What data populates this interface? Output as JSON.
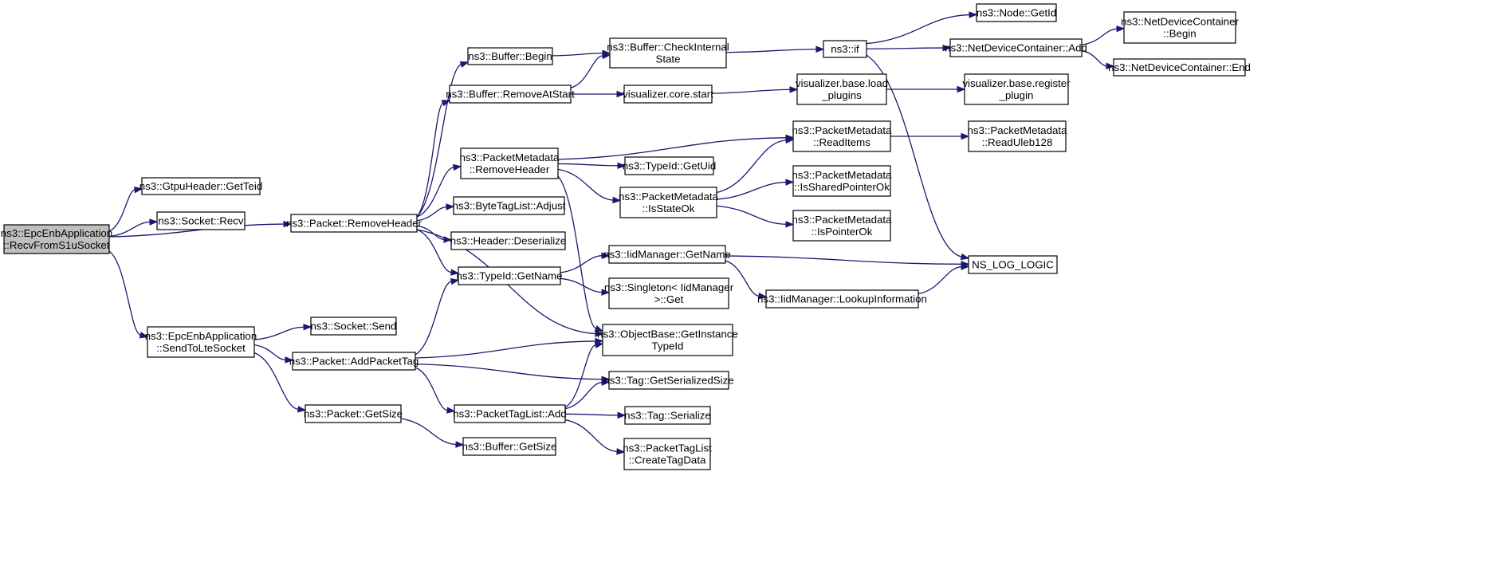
{
  "graph": {
    "type": "call-graph",
    "edge_color": "#191970",
    "root_fill": "#bfbfbf",
    "nodes": [
      {
        "id": "recv_s1u",
        "lines": [
          "ns3::EpcEnbApplication",
          "::RecvFromS1uSocket"
        ],
        "root": true
      },
      {
        "id": "gtpu_getteid",
        "lines": [
          "ns3::GtpuHeader::GetTeid"
        ]
      },
      {
        "id": "socket_recv",
        "lines": [
          "ns3::Socket::Recv"
        ]
      },
      {
        "id": "packet_removeheader",
        "lines": [
          "ns3::Packet::RemoveHeader"
        ]
      },
      {
        "id": "sendtolte",
        "lines": [
          "ns3::EpcEnbApplication",
          "::SendToLteSocket"
        ]
      },
      {
        "id": "buffer_begin",
        "lines": [
          "ns3::Buffer::Begin"
        ]
      },
      {
        "id": "buffer_removeatstart",
        "lines": [
          "ns3::Buffer::RemoveAtStart"
        ]
      },
      {
        "id": "pm_removeheader",
        "lines": [
          "ns3::PacketMetadata",
          "::RemoveHeader"
        ]
      },
      {
        "id": "bytetag_adjust",
        "lines": [
          "ns3::ByteTagList::Adjust"
        ]
      },
      {
        "id": "header_deserialize",
        "lines": [
          "ns3::Header::Deserialize"
        ]
      },
      {
        "id": "typeid_getname",
        "lines": [
          "ns3::TypeId::GetName"
        ]
      },
      {
        "id": "socket_send",
        "lines": [
          "ns3::Socket::Send"
        ]
      },
      {
        "id": "packet_addpackettag",
        "lines": [
          "ns3::Packet::AddPacketTag"
        ]
      },
      {
        "id": "packet_getsize",
        "lines": [
          "ns3::Packet::GetSize"
        ]
      },
      {
        "id": "packettaglist_add",
        "lines": [
          "ns3::PacketTagList::Add"
        ]
      },
      {
        "id": "buffer_getsize",
        "lines": [
          "ns3::Buffer::GetSize"
        ]
      },
      {
        "id": "buffer_checkinternal",
        "lines": [
          "ns3::Buffer::CheckInternal",
          "State"
        ]
      },
      {
        "id": "viz_core_start",
        "lines": [
          "visualizer.core.start"
        ]
      },
      {
        "id": "typeid_getuid",
        "lines": [
          "ns3::TypeId::GetUid"
        ]
      },
      {
        "id": "pm_isstateok",
        "lines": [
          "ns3::PacketMetadata",
          "::IsStateOk"
        ]
      },
      {
        "id": "iidmanager_getname",
        "lines": [
          "ns3::IidManager::GetName"
        ]
      },
      {
        "id": "singleton_get",
        "lines": [
          "ns3::Singleton< IidManager",
          ">::Get"
        ]
      },
      {
        "id": "objectbase_getinstance",
        "lines": [
          "ns3::ObjectBase::GetInstance",
          "TypeId"
        ]
      },
      {
        "id": "tag_getserializedsize",
        "lines": [
          "ns3::Tag::GetSerializedSize"
        ]
      },
      {
        "id": "tag_serialize",
        "lines": [
          "ns3::Tag::Serialize"
        ]
      },
      {
        "id": "ptl_createtagdata",
        "lines": [
          "ns3::PacketTagList",
          "::CreateTagData"
        ]
      },
      {
        "id": "ns3_if",
        "lines": [
          "ns3::if"
        ]
      },
      {
        "id": "viz_base_load",
        "lines": [
          "visualizer.base.load",
          "_plugins"
        ]
      },
      {
        "id": "pm_readitems",
        "lines": [
          "ns3::PacketMetadata",
          "::ReadItems"
        ]
      },
      {
        "id": "pm_issharedpointerok",
        "lines": [
          "ns3::PacketMetadata",
          "::IsSharedPointerOk"
        ]
      },
      {
        "id": "pm_ispointerok",
        "lines": [
          "ns3::PacketMetadata",
          "::IsPointerOk"
        ]
      },
      {
        "id": "iidmanager_lookup",
        "lines": [
          "ns3::IidManager::LookupInformation"
        ]
      },
      {
        "id": "node_getid",
        "lines": [
          "ns3::Node::GetId"
        ]
      },
      {
        "id": "ndc_add",
        "lines": [
          "ns3::NetDeviceContainer::Add"
        ]
      },
      {
        "id": "viz_base_register",
        "lines": [
          "visualizer.base.register",
          "_plugin"
        ]
      },
      {
        "id": "pm_readuleb128",
        "lines": [
          "ns3::PacketMetadata",
          "::ReadUleb128"
        ]
      },
      {
        "id": "ns_log_logic",
        "lines": [
          "NS_LOG_LOGIC"
        ]
      },
      {
        "id": "ndc_begin",
        "lines": [
          "ns3::NetDeviceContainer",
          "::Begin"
        ]
      },
      {
        "id": "ndc_end",
        "lines": [
          "ns3::NetDeviceContainer::End"
        ]
      }
    ],
    "edges": [
      [
        "recv_s1u",
        "gtpu_getteid"
      ],
      [
        "recv_s1u",
        "socket_recv"
      ],
      [
        "recv_s1u",
        "packet_removeheader"
      ],
      [
        "recv_s1u",
        "sendtolte"
      ],
      [
        "packet_removeheader",
        "buffer_begin"
      ],
      [
        "packet_removeheader",
        "buffer_removeatstart"
      ],
      [
        "packet_removeheader",
        "pm_removeheader"
      ],
      [
        "packet_removeheader",
        "bytetag_adjust"
      ],
      [
        "packet_removeheader",
        "header_deserialize"
      ],
      [
        "packet_removeheader",
        "typeid_getname"
      ],
      [
        "packet_removeheader",
        "objectbase_getinstance"
      ],
      [
        "sendtolte",
        "socket_send"
      ],
      [
        "sendtolte",
        "packet_addpackettag"
      ],
      [
        "sendtolte",
        "packet_getsize"
      ],
      [
        "buffer_begin",
        "buffer_checkinternal"
      ],
      [
        "buffer_removeatstart",
        "buffer_checkinternal"
      ],
      [
        "buffer_removeatstart",
        "viz_core_start"
      ],
      [
        "pm_removeheader",
        "pm_readitems"
      ],
      [
        "pm_removeheader",
        "typeid_getuid"
      ],
      [
        "pm_removeheader",
        "pm_isstateok"
      ],
      [
        "pm_removeheader",
        "objectbase_getinstance"
      ],
      [
        "packet_addpackettag",
        "typeid_getname"
      ],
      [
        "packet_addpackettag",
        "objectbase_getinstance"
      ],
      [
        "packet_addpackettag",
        "tag_getserializedsize"
      ],
      [
        "packet_addpackettag",
        "packettaglist_add"
      ],
      [
        "packet_getsize",
        "buffer_getsize"
      ],
      [
        "packettaglist_add",
        "objectbase_getinstance"
      ],
      [
        "packettaglist_add",
        "tag_getserializedsize"
      ],
      [
        "packettaglist_add",
        "tag_serialize"
      ],
      [
        "packettaglist_add",
        "ptl_createtagdata"
      ],
      [
        "typeid_getname",
        "iidmanager_getname"
      ],
      [
        "typeid_getname",
        "singleton_get"
      ],
      [
        "buffer_checkinternal",
        "ns3_if"
      ],
      [
        "viz_core_start",
        "viz_base_load"
      ],
      [
        "pm_isstateok",
        "pm_readitems"
      ],
      [
        "pm_isstateok",
        "pm_issharedpointerok"
      ],
      [
        "pm_isstateok",
        "pm_ispointerok"
      ],
      [
        "iidmanager_getname",
        "ns_log_logic"
      ],
      [
        "iidmanager_getname",
        "iidmanager_lookup"
      ],
      [
        "ns3_if",
        "node_getid"
      ],
      [
        "ns3_if",
        "ndc_add"
      ],
      [
        "ns3_if",
        "ns_log_logic"
      ],
      [
        "viz_base_load",
        "viz_base_register"
      ],
      [
        "pm_readitems",
        "pm_readuleb128"
      ],
      [
        "iidmanager_lookup",
        "ns_log_logic"
      ],
      [
        "ndc_add",
        "ndc_begin"
      ],
      [
        "ndc_add",
        "ndc_end"
      ]
    ]
  }
}
